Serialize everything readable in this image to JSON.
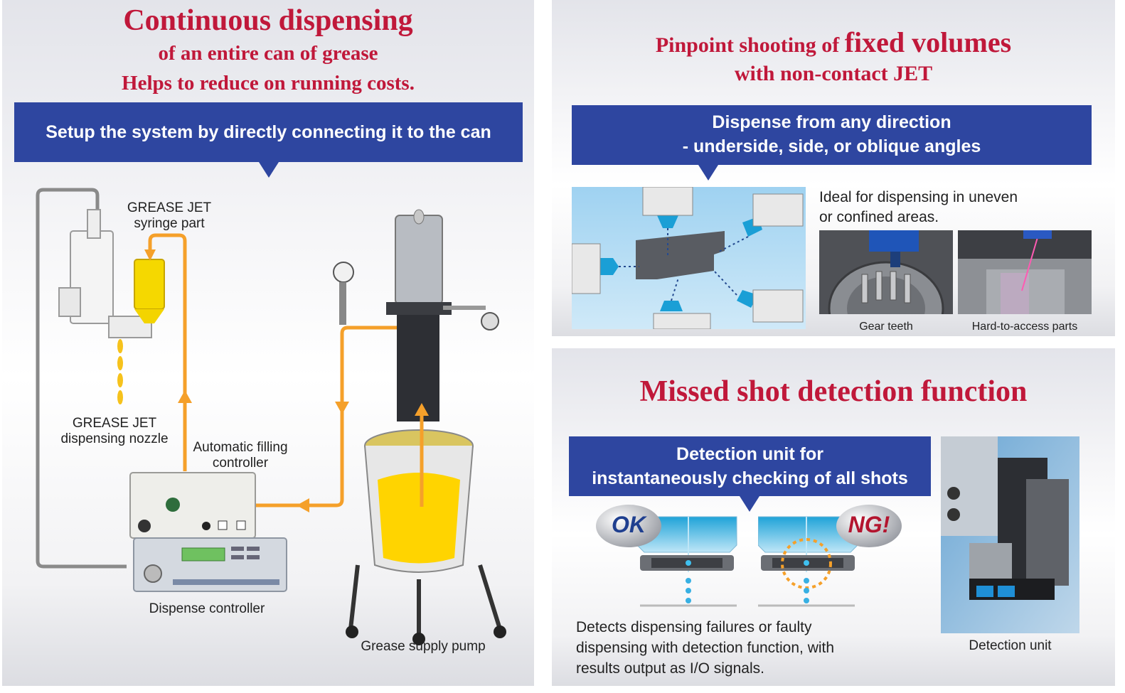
{
  "left": {
    "title_line1": "Continuous dispensing",
    "title_line2": "of an entire can of grease",
    "title_line3": "Helps to reduce on running costs.",
    "banner": "Setup the system by directly connecting it to the can",
    "labels": {
      "syringe_line1": "GREASE JET",
      "syringe_line2": "syringe part",
      "nozzle_line1": "GREASE JET",
      "nozzle_line2": "dispensing nozzle",
      "filling_line1": "Automatic filling",
      "filling_line2": "controller",
      "dispense_controller": "Dispense controller",
      "pump": "Grease supply pump"
    }
  },
  "top_right": {
    "title_part1": "Pinpoint shooting of ",
    "title_part2": "fixed volumes",
    "title_line2": "with non-contact JET",
    "banner_line1": "Dispense from any direction",
    "banner_line2": "- underside, side, or oblique angles",
    "desc_line1": "Ideal for dispensing in uneven",
    "desc_line2": "or confined areas.",
    "caption_gear": "Gear teeth",
    "caption_hard": "Hard-to-access parts"
  },
  "bottom_right": {
    "title": "Missed shot detection function",
    "banner_line1": "Detection unit for",
    "banner_line2": "instantaneously checking of all shots",
    "ok_badge": "OK",
    "ng_badge": "NG!",
    "desc_line1": "Detects dispensing failures or faulty",
    "desc_line2": "dispensing with detection function, with",
    "desc_line3": "results output as I/O signals.",
    "caption_unit": "Detection unit"
  },
  "colors": {
    "title_red": "#c0183a",
    "banner_blue": "#2e46a0",
    "flow_orange": "#f5a02a"
  }
}
